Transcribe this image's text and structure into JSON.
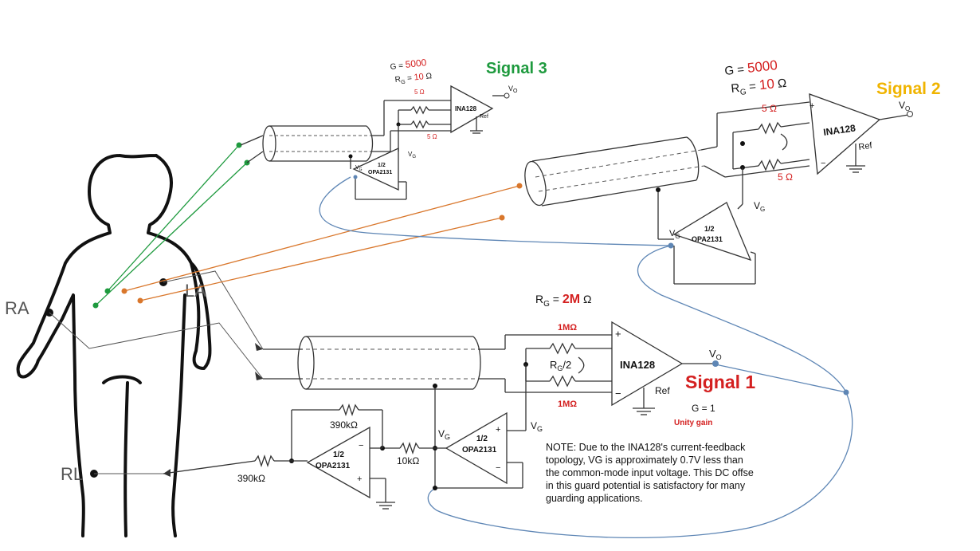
{
  "body_labels": {
    "ra": "RA",
    "la": "LA",
    "rl": "RL"
  },
  "signal1": {
    "title": "Signal 1",
    "rg_prefix": "R",
    "rg_sub": "G",
    "rg_eq": " = ",
    "rg_value": "2M",
    "rg_unit": " Ω",
    "r_top": "1MΩ",
    "r_bottom": "1MΩ",
    "rg2_main": "R",
    "rg2_sub": "G",
    "rg2_tail": "/2",
    "amp": "INA128",
    "ref": "Ref",
    "vo_main": "V",
    "vo_sub": "O",
    "gain": "G = 1",
    "gain_note": "Unity gain",
    "vg_main": "V",
    "vg_sub": "G",
    "opamp_half": "1/2",
    "opamp": "OPA2131"
  },
  "driven_leg": {
    "r_feedback": "390kΩ",
    "r_series": "10kΩ",
    "r_out": "390kΩ",
    "opamp_half": "1/2",
    "opamp": "OPA2131",
    "vg_main": "V",
    "vg_sub": "G",
    "minus": "−",
    "plus": "+"
  },
  "signal2": {
    "title": "Signal 2",
    "gain_prefix": "G = ",
    "gain_value": "5000",
    "rg_prefix": "R",
    "rg_sub": "G",
    "rg_eq": " = ",
    "rg_value": "10",
    "rg_unit": " Ω",
    "r_top": "5 Ω",
    "r_bottom": "5 Ω",
    "amp": "INA128",
    "ref": "Ref",
    "vo_main": "V",
    "vo_sub": "O",
    "vg_main": "V",
    "vg_sub": "G",
    "opamp_half": "1/2",
    "opamp": "OPA2131"
  },
  "signal3": {
    "title": "Signal 3",
    "gain_prefix": "G = ",
    "gain_value": "5000",
    "rg_prefix": "R",
    "rg_sub": "G",
    "rg_eq": " = ",
    "rg_value": "10",
    "rg_unit": " Ω",
    "r_top": "5 Ω",
    "r_bottom": "5 Ω",
    "amp": "INA128",
    "ref": "Ref",
    "vo_main": "V",
    "vo_sub": "O",
    "vg_main": "V",
    "vg_sub": "G",
    "opamp_half": "1/2",
    "opamp": "OPA2131"
  },
  "note_lines": [
    "NOTE: Due to the INA128's current-feedback",
    "topology, VG is approximately 0.7V less than",
    "the common-mode input voltage. This DC offse",
    "in this guard potential is satisfactory for many",
    "guarding applications."
  ],
  "colors": {
    "signal1": "#d42020",
    "signal2": "#f0b400",
    "signal3": "#1e9a3e",
    "red_value": "#d42020",
    "green_wire": "#1e9a3e",
    "orange_wire": "#d9772c",
    "blue_wire": "#5e86b5"
  }
}
